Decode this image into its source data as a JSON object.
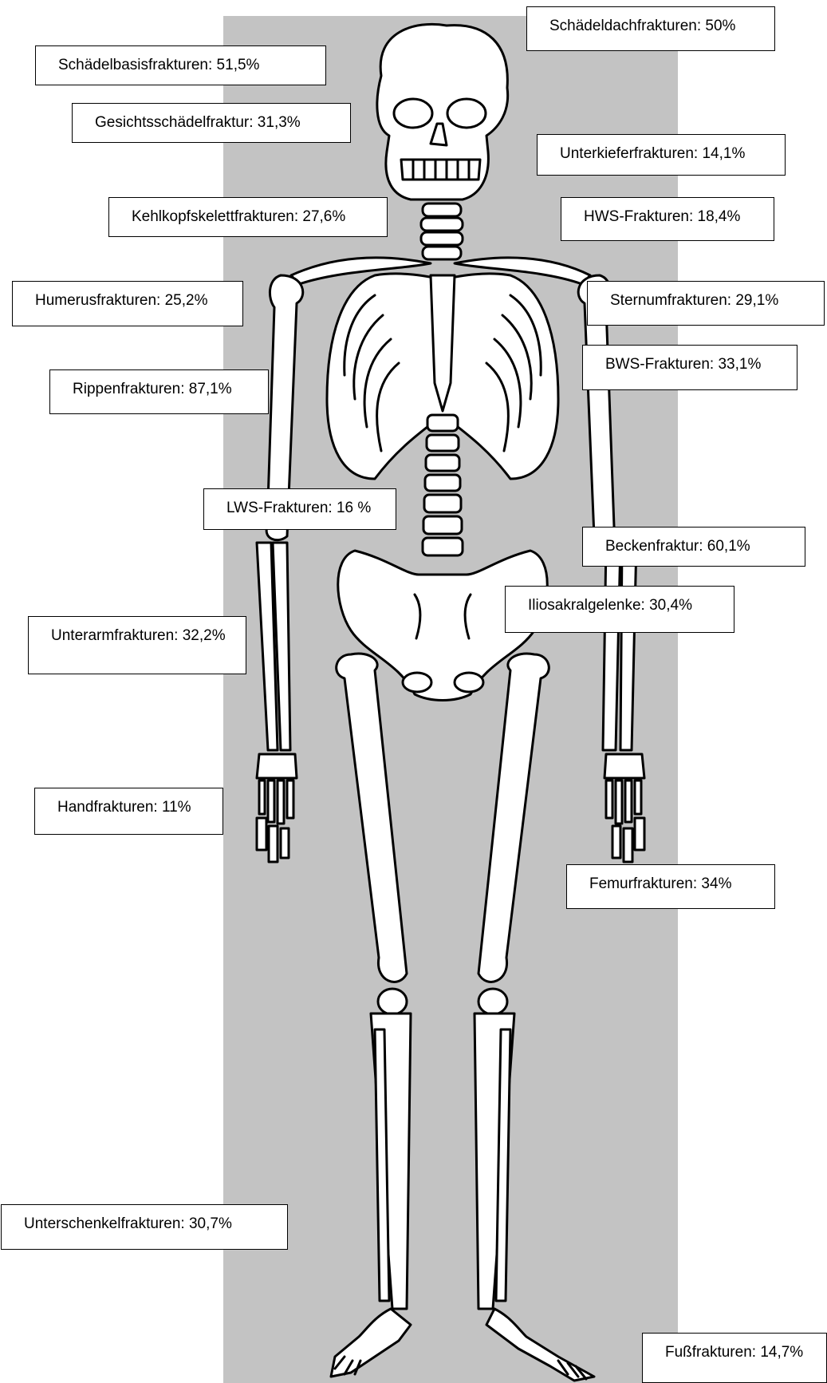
{
  "figure": {
    "background_color": "#c3c3c3",
    "outline_color": "#000000",
    "bone_fill": "#ffffff"
  },
  "labels": {
    "schaedeldach": "Schädeldachfrakturen: 50%",
    "schaedelbasis": "Schädelbasisfrakturen: 51,5%",
    "gesichtsschaedel": "Gesichtsschädelfraktur: 31,3%",
    "unterkiefer": "Unterkieferfrakturen: 14,1%",
    "kehlkopf": "Kehlkopfskelettfrakturen: 27,6%",
    "hws": "HWS-Frakturen: 18,4%",
    "humerus": "Humerusfrakturen: 25,2%",
    "sternum": "Sternumfrakturen: 29,1%",
    "bws": "BWS-Frakturen: 33,1%",
    "rippen": "Rippenfrakturen: 87,1%",
    "lws": "LWS-Frakturen: 16 %",
    "becken": "Beckenfraktur: 60,1%",
    "iliosakral": "Iliosakralgelenke: 30,4%",
    "unterarm": "Unterarmfrakturen: 32,2%",
    "hand": "Handfrakturen: 11%",
    "femur": "Femurfrakturen: 34%",
    "unterschenkel": "Unterschenkelfrakturen: 30,7%",
    "fuss": "Fußfrakturen: 14,7%"
  }
}
